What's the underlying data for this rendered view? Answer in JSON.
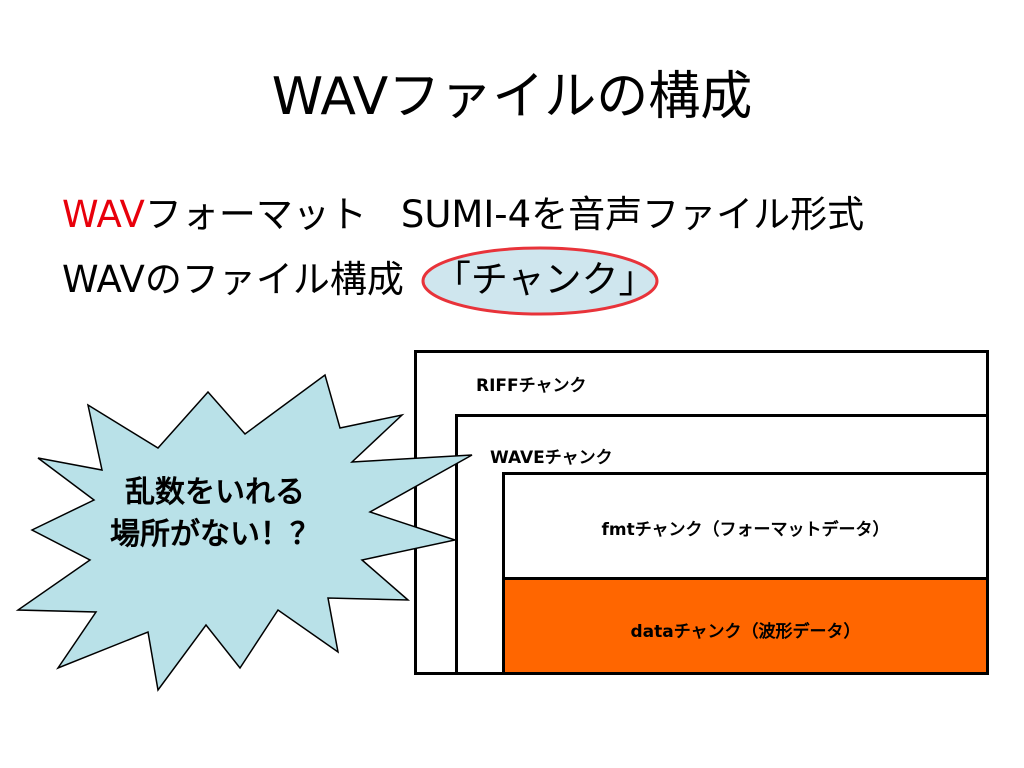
{
  "slide": {
    "title": "WAVファイルの構成",
    "line1": {
      "highlight": "WAV",
      "after_highlight": "フォーマット",
      "tail": "SUMI-4を音声ファイル形式"
    },
    "line2": {
      "text": "WAVのファイル構成",
      "circled": "「チャンク」"
    },
    "callout": {
      "line1": "乱数をいれる",
      "line2": "場所がない！？"
    },
    "diagram": {
      "riff": "RIFFチャンク",
      "wave": "WAVEチャンク",
      "fmt": "fmtチャンク（フォーマットデータ）",
      "data": "dataチャンク（波形データ）"
    }
  },
  "colors": {
    "accent_red": "#e8000b",
    "data_fill": "#ff6600",
    "callout_fill": "#b9e1e8",
    "ellipse_fill": "#cfe6ee",
    "ellipse_stroke": "#e8333a"
  }
}
